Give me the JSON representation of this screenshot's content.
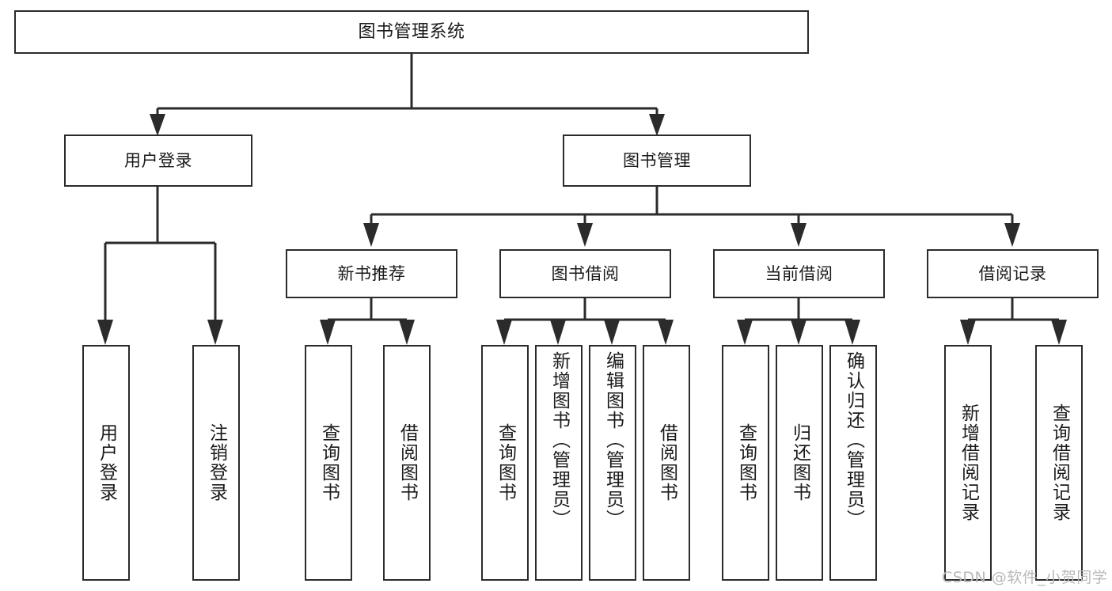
{
  "diagram": {
    "type": "tree-hierarchy",
    "title": "图书管理系统",
    "colors": {
      "background": "#ffffff",
      "node_border": "#2b2b2b",
      "node_fill": "#ffffff",
      "edge": "#2b2b2b",
      "text": "#1a1a1a",
      "watermark": "#b9b9b9"
    },
    "levels": 4
  },
  "nodes": {
    "root": {
      "label": "图书管理系统"
    },
    "level2": [
      {
        "id": "user-login",
        "label": "用户登录"
      },
      {
        "id": "book-management",
        "label": "图书管理"
      }
    ],
    "level3": [
      {
        "id": "new-book-recommend",
        "label": "新书推荐"
      },
      {
        "id": "book-borrow",
        "label": "图书借阅"
      },
      {
        "id": "current-borrow",
        "label": "当前借阅"
      },
      {
        "id": "borrow-record",
        "label": "借阅记录"
      }
    ],
    "leaves": {
      "user-login": [
        {
          "id": "leaf-user-login",
          "label": "用户登录"
        },
        {
          "id": "leaf-logout",
          "label": "注销登录"
        }
      ],
      "new-book-recommend": [
        {
          "id": "leaf-query-book-1",
          "label": "查询图书"
        },
        {
          "id": "leaf-borrow-book-1",
          "label": "借阅图书"
        }
      ],
      "book-borrow": [
        {
          "id": "leaf-query-book-2",
          "label": "查询图书"
        },
        {
          "id": "leaf-add-book",
          "label": "新增图书（管理员）"
        },
        {
          "id": "leaf-edit-book",
          "label": "编辑图书（管理员）"
        },
        {
          "id": "leaf-borrow-book-2",
          "label": "借阅图书"
        }
      ],
      "current-borrow": [
        {
          "id": "leaf-query-book-3",
          "label": "查询图书"
        },
        {
          "id": "leaf-return-book",
          "label": "归还图书"
        },
        {
          "id": "leaf-confirm-return",
          "label": "确认归还（管理员）"
        }
      ],
      "borrow-record": [
        {
          "id": "leaf-add-record",
          "label": "新增借阅记录"
        },
        {
          "id": "leaf-query-record",
          "label": "查询借阅记录"
        }
      ]
    }
  },
  "watermark": {
    "text": "CSDN @软件_小贺同学"
  }
}
